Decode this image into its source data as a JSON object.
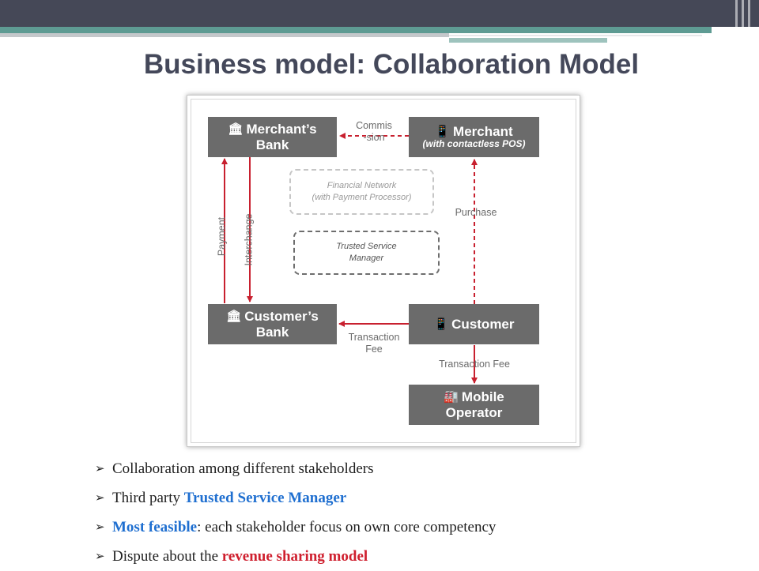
{
  "title": "Business model: Collaboration Model",
  "diagram": {
    "nodes": {
      "merchants_bank": {
        "line1": "Merchant’s",
        "line2": "Bank",
        "icon": "bank-icon"
      },
      "merchant": {
        "line1": "Merchant",
        "subtitle": "(with contactless POS)",
        "icon": "mobile-phone-icon"
      },
      "customers_bank": {
        "line1": "Customer’s",
        "line2": "Bank",
        "icon": "bank-icon"
      },
      "customer": {
        "line1": "Customer",
        "icon": "mobile-phone-icon"
      },
      "mobile_operator": {
        "line1": "Mobile",
        "line2": "Operator",
        "icon": "factory-icon"
      },
      "financial_network": {
        "line1": "Financial Network",
        "line2": "(with Payment Processor)"
      },
      "trusted_service_manager": {
        "line1": "Trusted Service",
        "line2": "Manager"
      }
    },
    "edges": {
      "commission": {
        "line1": "Commis",
        "line2": "-sion"
      },
      "purchase": "Purchase",
      "payment": "Payment",
      "interchange": "Interchange",
      "transaction_fee_bank": {
        "line1": "Transaction",
        "line2": "Fee"
      },
      "transaction_fee_operator": "Transaction Fee"
    },
    "colors": {
      "node": "#6b6b6b",
      "arrow": "#c8202f"
    }
  },
  "bullets": [
    {
      "marker": "➢",
      "text1": "Collaboration among different stakeholders",
      "highlight": "",
      "text2": ""
    },
    {
      "marker": "➢",
      "text1": "Third party ",
      "highlight": "Trusted Service Manager",
      "text2": ""
    },
    {
      "marker": "➢",
      "text1": "",
      "highlight": "Most feasible",
      "text2": ": each stakeholder focus on own core competency"
    },
    {
      "marker": "➢",
      "text1": "Dispute about the ",
      "highlight": "revenue sharing model",
      "text2": ""
    }
  ]
}
